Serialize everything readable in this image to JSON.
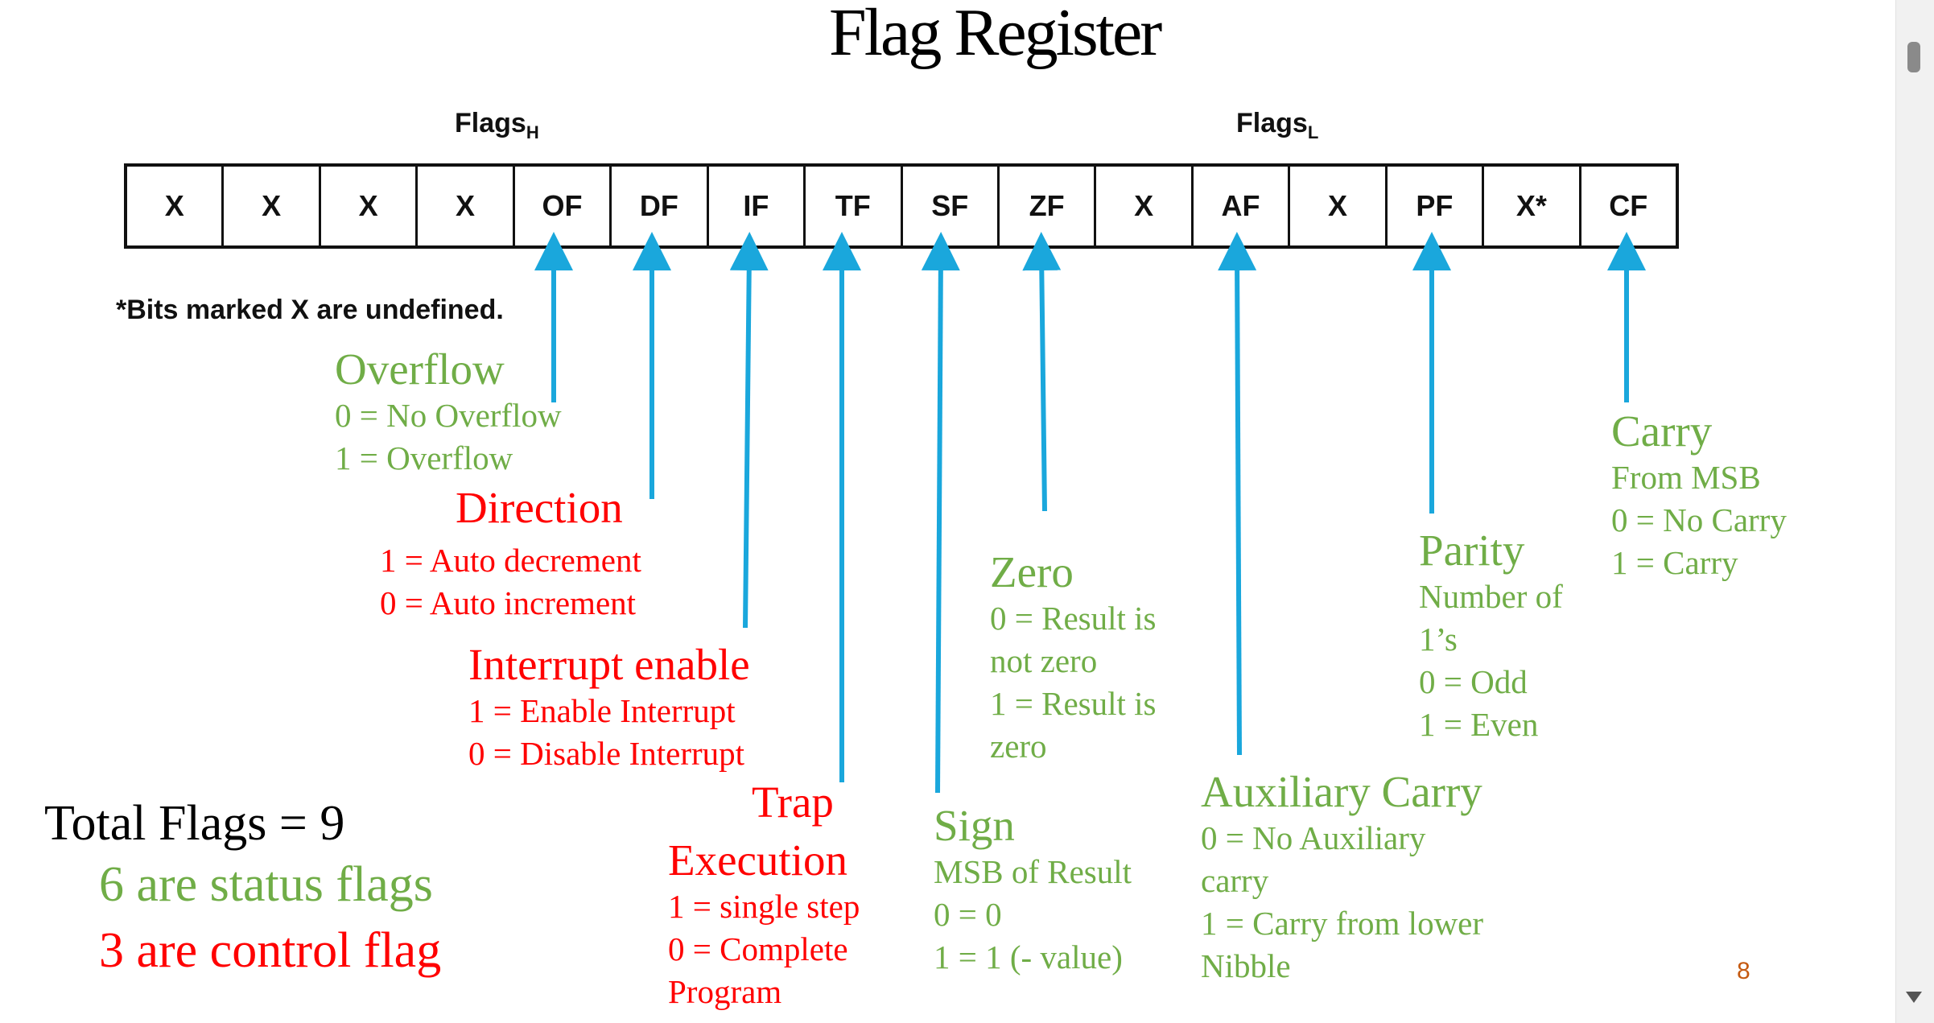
{
  "title": "Flag Register",
  "register": {
    "high_label": "Flags",
    "high_sub": "H",
    "low_label": "Flags",
    "low_sub": "L",
    "bits": [
      "X",
      "X",
      "X",
      "X",
      "OF",
      "DF",
      "IF",
      "TF",
      "SF",
      "ZF",
      "X",
      "AF",
      "X",
      "PF",
      "X*",
      "CF"
    ],
    "note": "*Bits marked X are undefined."
  },
  "flags": {
    "overflow": {
      "name": "Overflow",
      "lines": [
        "0 = No Overflow",
        "1  = Overflow"
      ]
    },
    "direction": {
      "name": "Direction",
      "lines": [
        "1 = Auto decrement",
        "0 = Auto increment"
      ]
    },
    "interrupt": {
      "name": "Interrupt enable",
      "lines": [
        "1 = Enable Interrupt",
        "0 = Disable Interrupt"
      ]
    },
    "trap": {
      "name1": "Trap",
      "name2": "Execution",
      "lines": [
        "1 = single step",
        "0 = Complete",
        "Program"
      ]
    },
    "sign": {
      "name": "Sign",
      "lines": [
        "MSB of Result",
        "0 = 0",
        "1 = 1 (- value)"
      ]
    },
    "zero": {
      "name": "Zero",
      "lines": [
        "0 = Result is",
        "not zero",
        "1 = Result is",
        "zero"
      ]
    },
    "auxiliary": {
      "name": "Auxiliary Carry",
      "lines": [
        "0 = No Auxiliary",
        "carry",
        "1 = Carry from lower",
        "Nibble"
      ]
    },
    "parity": {
      "name": "Parity",
      "lines": [
        "Number of",
        "1’s",
        "0 = Odd",
        "1 = Even"
      ]
    },
    "carry": {
      "name": "Carry",
      "lines": [
        "From MSB",
        "0 = No Carry",
        "1 = Carry"
      ]
    }
  },
  "summary": {
    "total": "Total Flags = 9",
    "status": "6 are status flags",
    "control": "3 are control flag"
  },
  "page_number": "8",
  "colors": {
    "status": "#70ad47",
    "control": "#ff0000",
    "arrow": "#1aa7dc"
  }
}
